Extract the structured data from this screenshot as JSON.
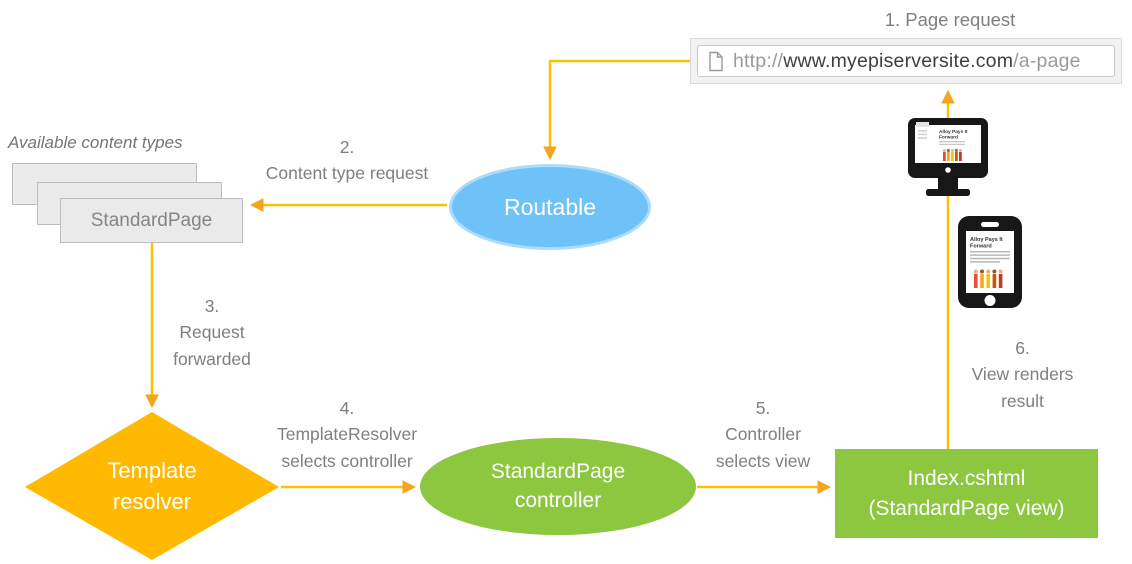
{
  "labels": {
    "step1": "1. Page request",
    "step2": "2.\nContent type request",
    "step3": "3.\nRequest\nforwarded",
    "step4": "4.\nTemplateResolver\nselects controller",
    "step5": "5.\nController\nselects view",
    "step6": "6.\nView renders\nresult",
    "available_content_types": "Available content types"
  },
  "nodes": {
    "content_type_card": "StandardPage",
    "routable": "Routable",
    "template_resolver": "Template\nresolver",
    "standardpage_controller": "StandardPage\ncontroller",
    "view": "Index.cshtml\n(StandardPage view)"
  },
  "url_bar": {
    "protocol": "http://",
    "host": "www.myepiserversite.com",
    "path": "/a-page"
  },
  "device_screen": {
    "title_line1": "Alloy Pays It",
    "title_line2": "Forward"
  },
  "colors": {
    "arrow_line": "#FCC200",
    "arrow_head": "#F5A41E",
    "diamond": "#FFB900",
    "routable_fill": "#6EC2F8",
    "routable_border": "#AADCFC",
    "green": "#8DC63F",
    "label_text": "#7F7F7F",
    "card_fill": "#EAEAEA",
    "card_border": "#BDBDBD"
  }
}
